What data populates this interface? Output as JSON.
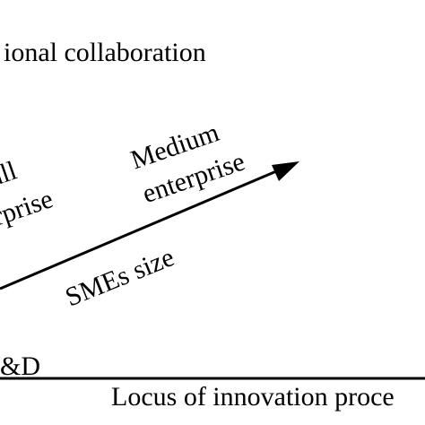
{
  "diagram": {
    "top_label": "ional collaboration",
    "small_line1": "all",
    "small_line2": "terprise",
    "medium_line1": "Medium",
    "medium_line2": "enterprise",
    "arrow_label": "SMEs size",
    "bottom_left_label": "&D",
    "bottom_axis_label": "Locus of innovation proce"
  }
}
